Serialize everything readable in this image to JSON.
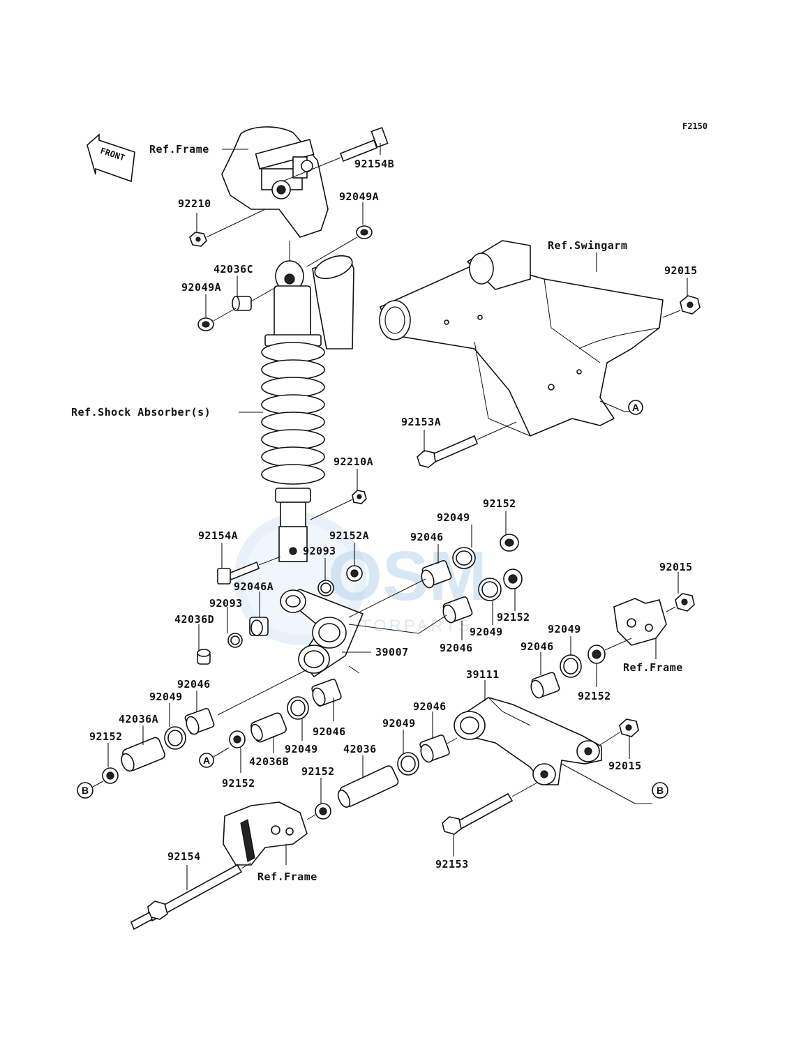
{
  "diagram": {
    "code": "F2150",
    "front_label": "FRONT",
    "watermark": {
      "brand": "OSM",
      "sub": "MOTORPARTS"
    },
    "refs": {
      "frame_top": "Ref.Frame",
      "swingarm": "Ref.Swingarm",
      "shock": "Ref.Shock Absorber(s)",
      "frame_right": "Ref.Frame",
      "frame_bottom": "Ref.Frame"
    },
    "markers": {
      "a": "A",
      "b": "B"
    },
    "labels": {
      "p92154B": "92154B",
      "p92210": "92210",
      "p92049A_top": "92049A",
      "p42036C": "42036C",
      "p92049A_left": "92049A",
      "p92015_top": "92015",
      "p92153A": "92153A",
      "p92210A": "92210A",
      "p92152_top": "92152",
      "p92049_top": "92049",
      "p92152A": "92152A",
      "p92046_top": "92046",
      "p92154A": "92154A",
      "p92093_a": "92093",
      "p92046A": "92046A",
      "p92093_b": "92093",
      "p42036D": "42036D",
      "p92152_mid": "92152",
      "p92049_mid": "92049",
      "p92046_mid": "92046",
      "p92015_right": "92015",
      "p39007": "39007",
      "p92049_r": "92049",
      "p92046_r": "92046",
      "p92152_r": "92152",
      "p39111": "39111",
      "p92046_l": "92046",
      "p92049_l": "92049",
      "p42036A": "42036A",
      "p92152_l": "92152",
      "p92049_c": "92049",
      "p92046_c": "92046",
      "p42036B": "42036B",
      "p92152_c": "92152",
      "p92046_c2": "92046",
      "p92049_c2": "92049",
      "p42036": "42036",
      "p92152_c2": "92152",
      "p92015_low": "92015",
      "p92154": "92154",
      "p92153": "92153"
    }
  }
}
